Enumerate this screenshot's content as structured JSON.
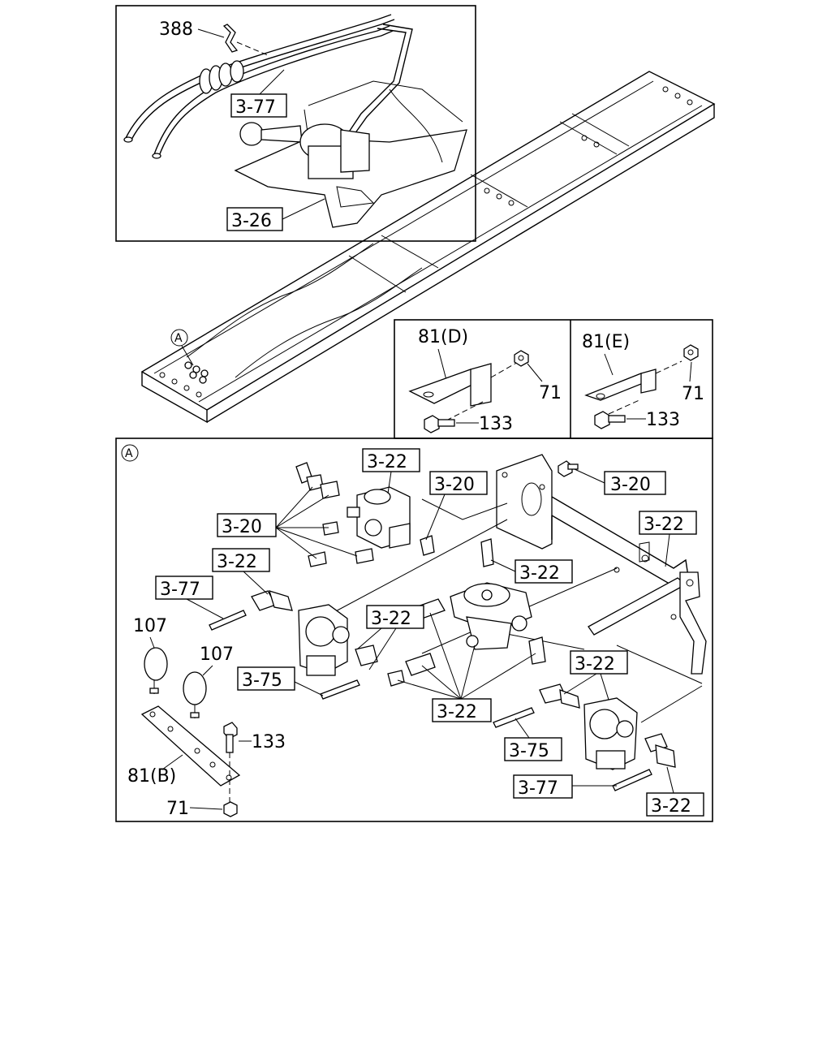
{
  "callouts": {
    "top_388": "388",
    "top_377": "3-77",
    "top_326": "3-26",
    "marker_a": "A",
    "d_81": "81(D)",
    "d_71": "71",
    "d_133": "133",
    "e_81": "81(E)",
    "e_71": "71",
    "e_133": "133",
    "a_marker": "A",
    "c_322_top": "3-22",
    "c_320_a": "3-20",
    "c_320_right": "3-20",
    "c_320_left": "3-20",
    "c_322_right": "3-22",
    "c_322_left": "3-22",
    "c_322_mid": "3-22",
    "c_377_left": "3-77",
    "c_107_a": "107",
    "c_107_b": "107",
    "c_322_center": "3-22",
    "c_375_left": "3-75",
    "c_322_bottom_mid": "3-22",
    "c_322_br_top": "3-22",
    "c_133": "133",
    "c_81b": "81(B)",
    "c_375_right": "3-75",
    "c_377_right": "3-77",
    "c_71": "71",
    "c_322_br_bottom": "3-22"
  }
}
